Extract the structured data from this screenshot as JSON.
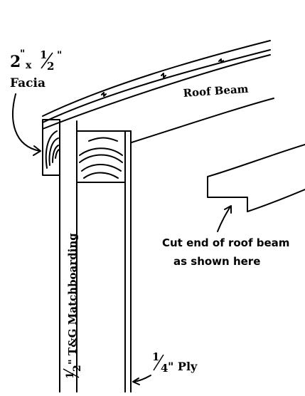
{
  "labels": {
    "facia_size_whole": "2",
    "facia_size_x": "x",
    "facia_size_num": "1",
    "facia_size_den": "2",
    "facia_name": "Facia",
    "roof_beam": "Roof Beam",
    "cut_end_line1": "Cut end of roof beam",
    "cut_end_line2": "as shown here",
    "ply_num": "1",
    "ply_den": "4",
    "ply_text": "\" Ply",
    "matchboarding_num": "1",
    "matchboarding_den": "2",
    "matchboarding_text": "\" T&G Matchboarding"
  },
  "colors": {
    "ink": "#000000",
    "paper": "#ffffff"
  }
}
